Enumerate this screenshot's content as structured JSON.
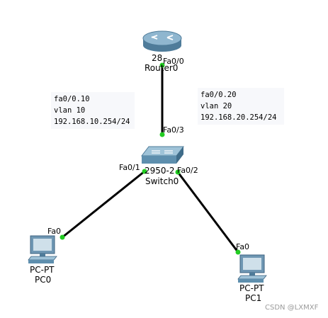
{
  "router": {
    "model": "28",
    "name": "Router0",
    "port": "Fa0/0"
  },
  "switch": {
    "model": "2950-2",
    "name": "Switch0",
    "port_uplink": "Fa0/3",
    "port_left": "Fa0/1",
    "port_right": "Fa0/2"
  },
  "pc0": {
    "type": "PC-PT",
    "name": "PC0",
    "port": "Fa0"
  },
  "pc1": {
    "type": "PC-PT",
    "name": "PC1",
    "port": "Fa0"
  },
  "notes": {
    "left": [
      "fa0/0.10",
      "vlan 10",
      "192.168.10.254/24"
    ],
    "right": [
      "fa0/0.20",
      "vlan 20",
      "192.168.20.254/24"
    ]
  },
  "colors": {
    "link": "#000000",
    "link_up": "#22cc22",
    "device": "#6f97b3"
  },
  "watermark": "CSDN @LXMXF"
}
